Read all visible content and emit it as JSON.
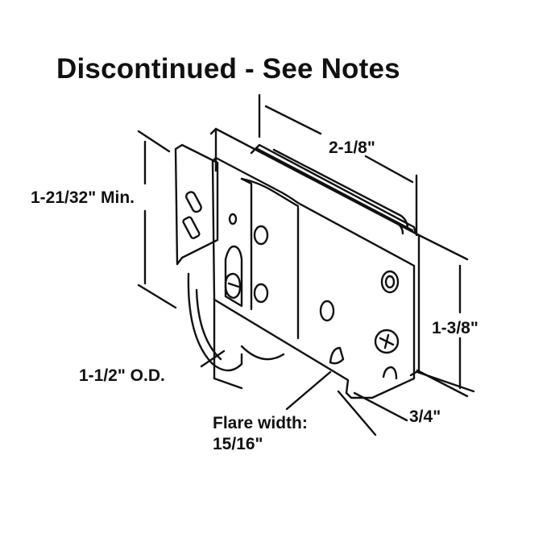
{
  "title": "Discontinued - See Notes",
  "dimensions": {
    "length": "2-1/8\"",
    "height_min": "1-21/32\" Min.",
    "body_height": "1-3/8\"",
    "wheel_od": "1-1/2\" O.D.",
    "thickness": "3/4\"",
    "flare_label": "Flare width:",
    "flare_value": "15/16\""
  },
  "colors": {
    "ink": "#111111",
    "background": "#ffffff"
  }
}
